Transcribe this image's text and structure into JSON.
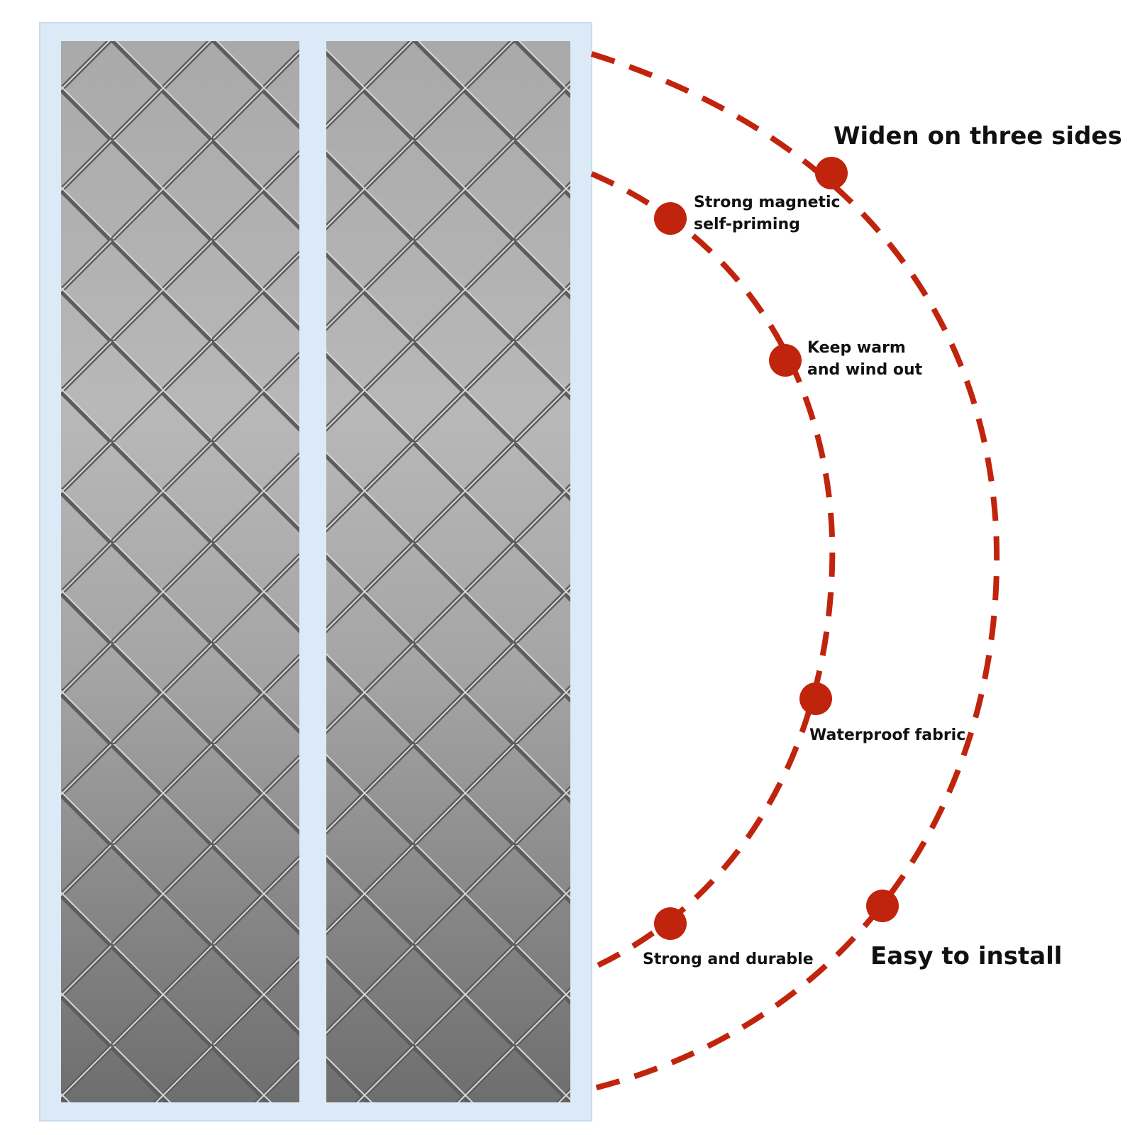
{
  "features": {
    "widen": "Widen on three sides",
    "magnetic_line1": "Strong magnetic",
    "magnetic_line2": "self-priming",
    "warm_line1": "Keep warm",
    "warm_line2": "and wind out",
    "waterproof": "Waterproof fabric",
    "durable": "Strong and durable",
    "install": "Easy to install"
  },
  "colors": {
    "accent": "#c0240c",
    "frame": "#dceaf7",
    "panel_light": "#b9b9b9",
    "panel_dark": "#6f6f6f",
    "quilt_line": "#5a5a5a",
    "text": "#111111"
  }
}
